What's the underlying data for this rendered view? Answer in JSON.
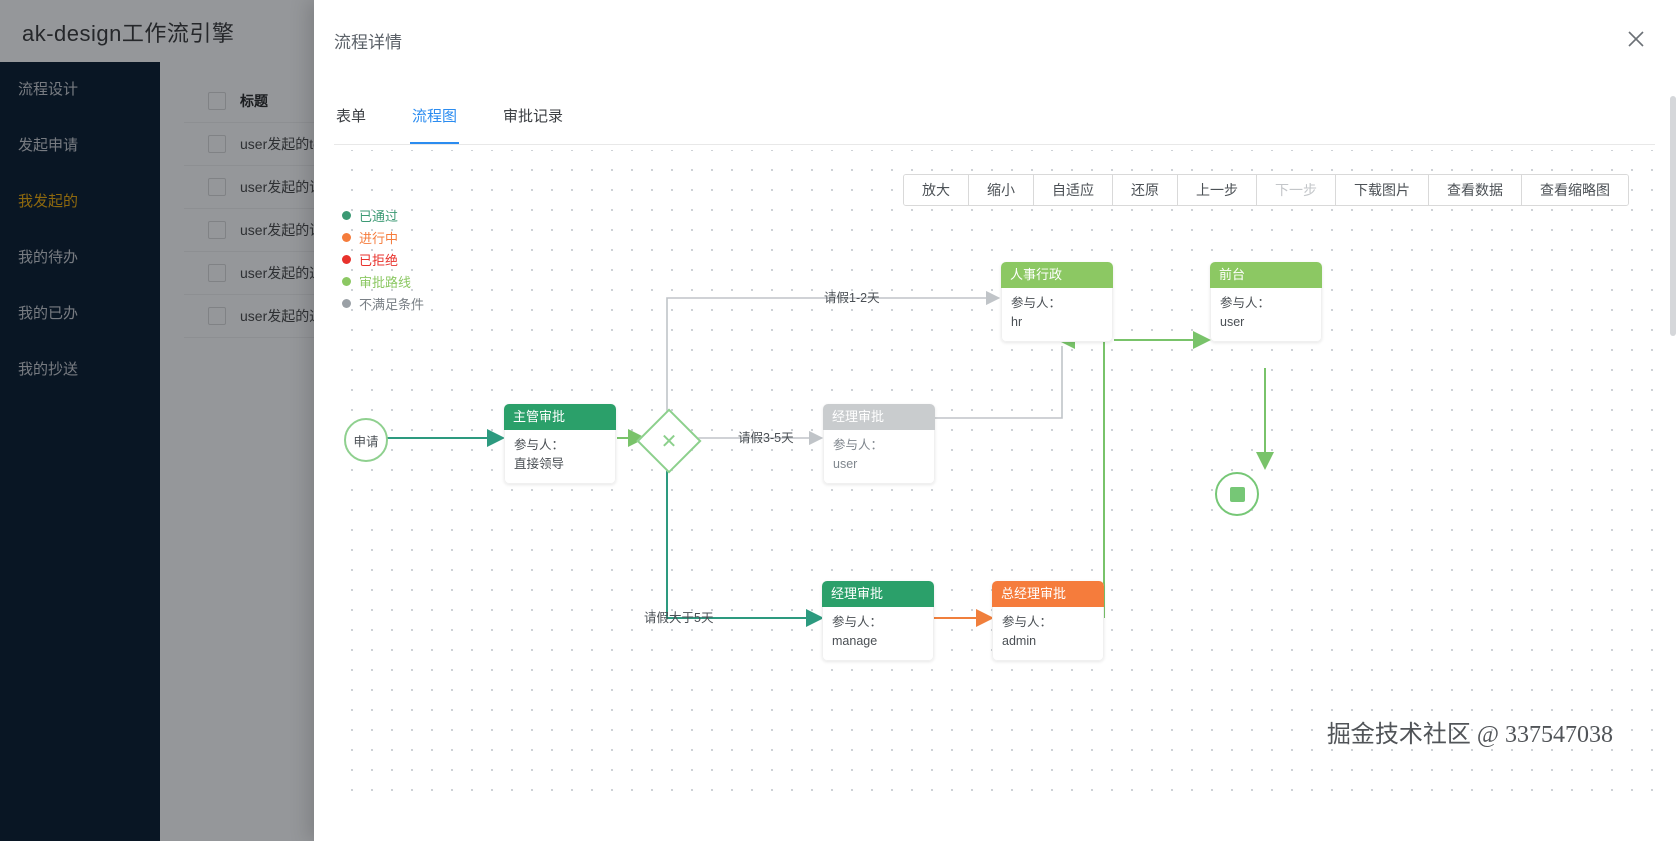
{
  "app": {
    "title": "ak-design工作流引擎",
    "sidebar": [
      {
        "label": "流程设计",
        "active": false
      },
      {
        "label": "发起申请",
        "active": false
      },
      {
        "label": "我发起的",
        "active": true
      },
      {
        "label": "我的待办",
        "active": false
      },
      {
        "label": "我的已办",
        "active": false
      },
      {
        "label": "我的抄送",
        "active": false
      }
    ],
    "table": {
      "header": "标题",
      "rows": [
        {
          "title": "user发起的tes"
        },
        {
          "title": "user发起的请亻"
        },
        {
          "title": "user发起的请亻"
        },
        {
          "title": "user发起的通用"
        },
        {
          "title": "user发起的通用"
        }
      ]
    }
  },
  "drawer": {
    "title": "流程详情",
    "close_icon": "close-icon",
    "tabs": [
      {
        "label": "表单",
        "active": false
      },
      {
        "label": "流程图",
        "active": true
      },
      {
        "label": "审批记录",
        "active": false
      }
    ]
  },
  "toolbar": {
    "buttons": [
      {
        "label": "放大",
        "disabled": false
      },
      {
        "label": "缩小",
        "disabled": false
      },
      {
        "label": "自适应",
        "disabled": false
      },
      {
        "label": "还原",
        "disabled": false
      },
      {
        "label": "上一步",
        "disabled": false
      },
      {
        "label": "下一步",
        "disabled": true
      },
      {
        "label": "下载图片",
        "disabled": false
      },
      {
        "label": "查看数据",
        "disabled": false
      },
      {
        "label": "查看缩略图",
        "disabled": false
      }
    ]
  },
  "legend": [
    {
      "label": "已通过",
      "color": "#3c9a74"
    },
    {
      "label": "进行中",
      "color": "#f57c3c"
    },
    {
      "label": "已拒绝",
      "color": "#e8322c"
    },
    {
      "label": "审批路线",
      "color": "#8cc863"
    },
    {
      "label": "不满足条件",
      "color": "#9aa0a6"
    }
  ],
  "flow": {
    "start": {
      "label": "申请"
    },
    "gateway": {
      "symbol": "✕"
    },
    "nodes": [
      {
        "id": "supervisor",
        "title": "主管审批",
        "field": "参与人：",
        "value": "直接领导",
        "header_color": "#2ba06a",
        "status": "approved"
      },
      {
        "id": "manager-mid",
        "title": "经理审批",
        "field": "参与人：",
        "value": "user",
        "header_color": "#c9ccce",
        "status": "skipped"
      },
      {
        "id": "hr",
        "title": "人事行政",
        "field": "参与人：",
        "value": "hr",
        "header_color": "#8cc863",
        "status": "route"
      },
      {
        "id": "front-desk",
        "title": "前台",
        "field": "参与人：",
        "value": "user",
        "header_color": "#8cc863",
        "status": "route"
      },
      {
        "id": "manager-bottom",
        "title": "经理审批",
        "field": "参与人：",
        "value": "manage",
        "header_color": "#2ba06a",
        "status": "approved"
      },
      {
        "id": "general-manager",
        "title": "总经理审批",
        "field": "参与人：",
        "value": "admin",
        "header_color": "#f57c3c",
        "status": "in-progress"
      }
    ],
    "edge_labels": [
      {
        "text": "请假1-2天"
      },
      {
        "text": "请假3-5天"
      },
      {
        "text": "请假大于5天"
      }
    ]
  },
  "watermark": "掘金技术社区 @ 337547038"
}
